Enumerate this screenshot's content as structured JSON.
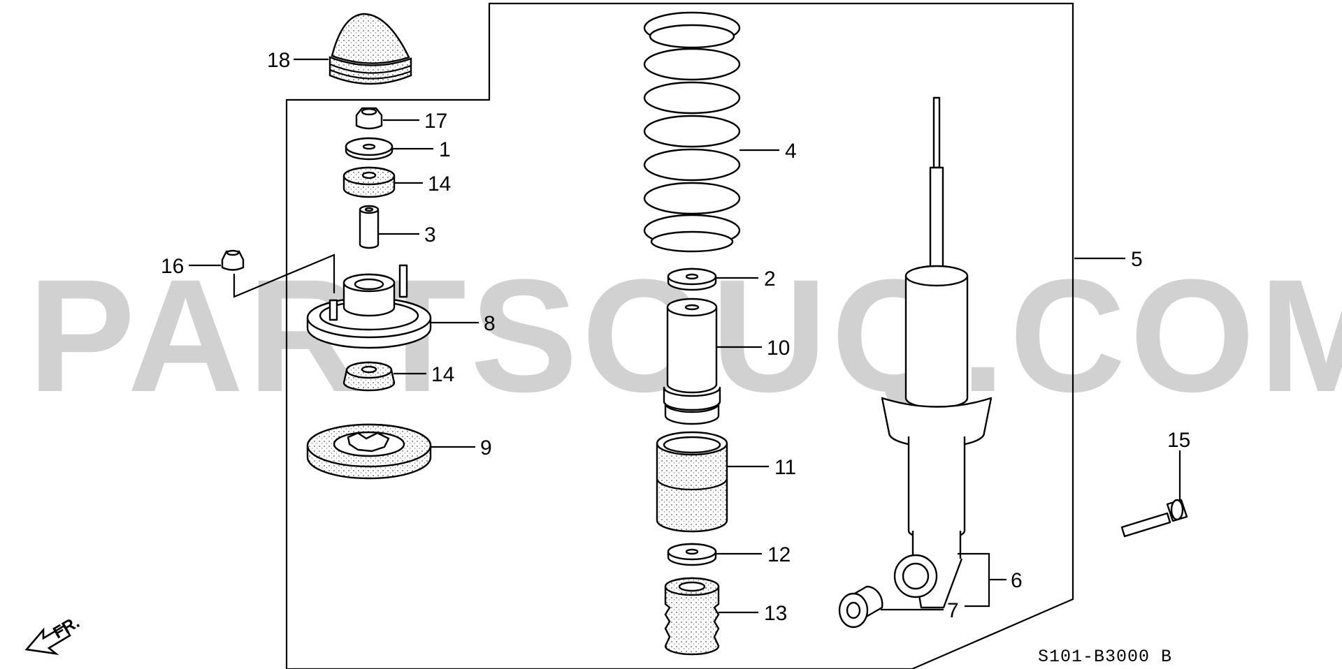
{
  "diagram": {
    "watermark": "PARTSOUQ.COM",
    "diagram_code": "S101-B3000 B",
    "front_indicator": "FR.",
    "parts": {
      "p1": "1",
      "p2": "2",
      "p3": "3",
      "p4": "4",
      "p5": "5",
      "p6": "6",
      "p7": "7",
      "p8": "8",
      "p9": "9",
      "p10": "10",
      "p11": "11",
      "p12": "12",
      "p13": "13",
      "p14a": "14",
      "p14b": "14",
      "p15": "15",
      "p16": "16",
      "p17": "17",
      "p18": "18"
    }
  }
}
